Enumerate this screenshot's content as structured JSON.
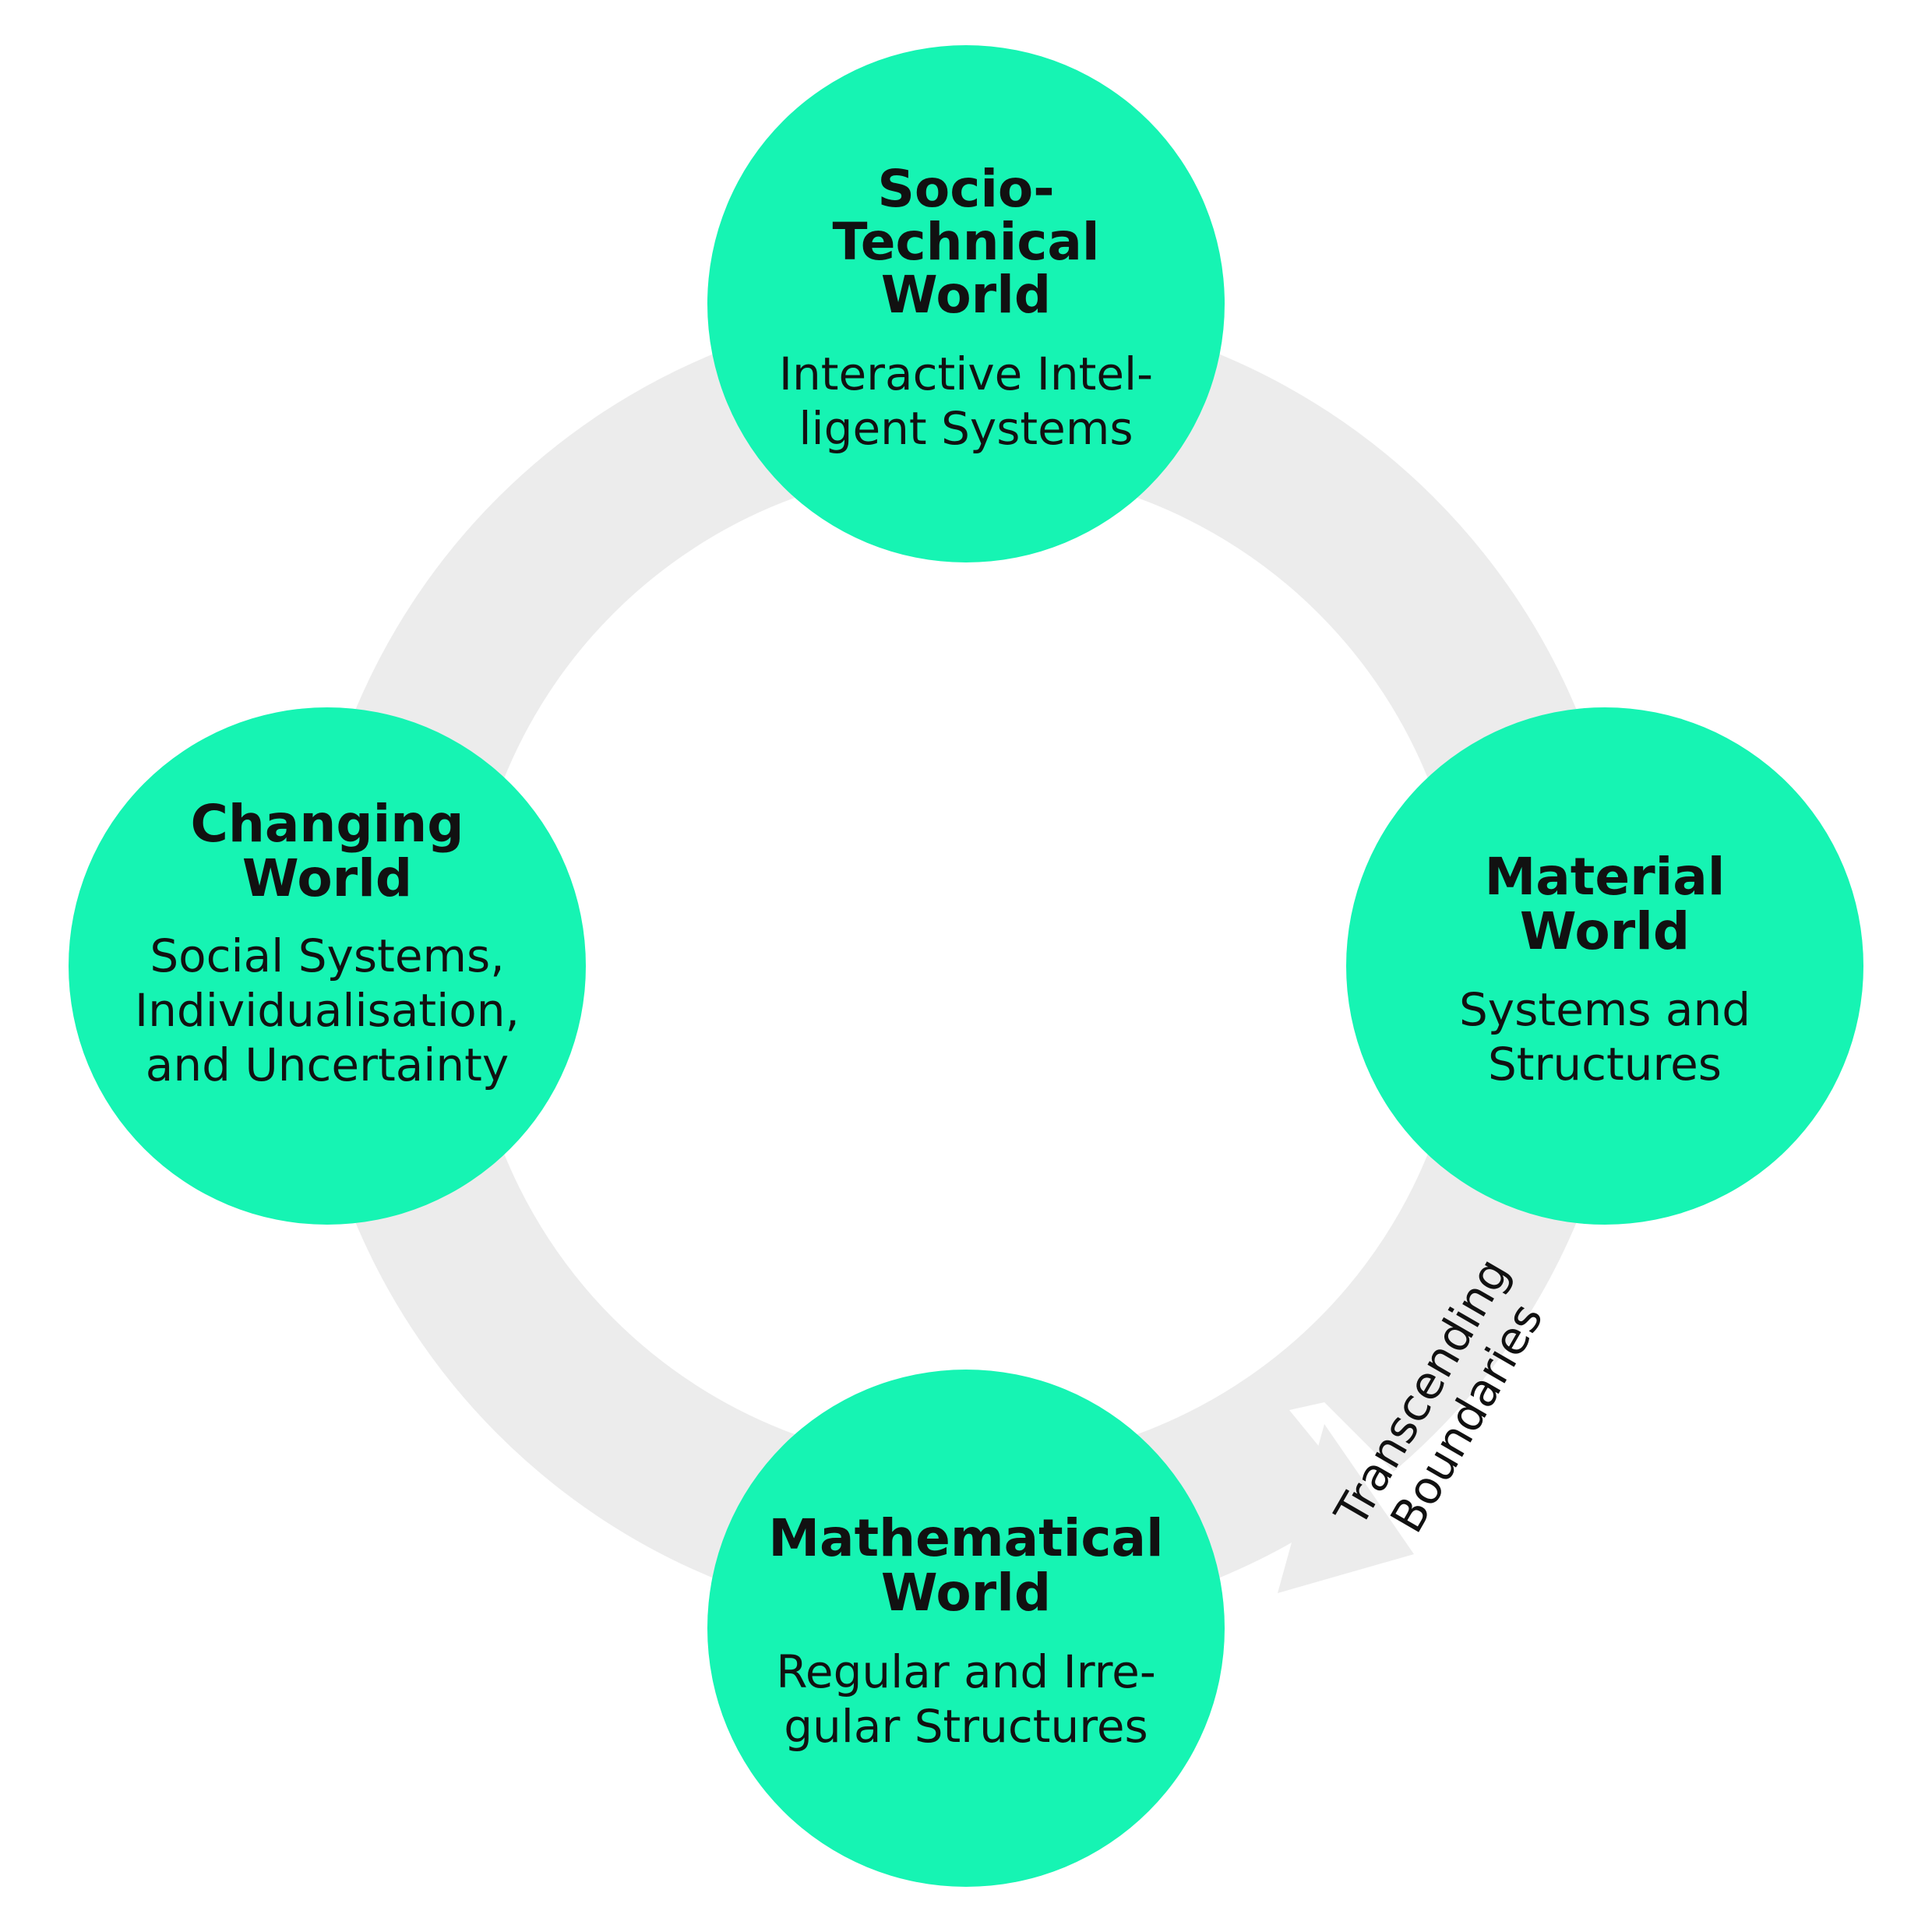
{
  "colors": {
    "ring": "#ececec",
    "node_fill": "#16f4b3",
    "text": "#111111",
    "background": "#ffffff"
  },
  "nodes": {
    "top": {
      "title": [
        "Socio-",
        "Technical",
        "World"
      ],
      "subtitle": [
        "Interactive Intel-",
        "ligent Systems"
      ]
    },
    "right": {
      "title": [
        "Material",
        "World"
      ],
      "subtitle": [
        "Systems and",
        "Structures"
      ]
    },
    "bottom": {
      "title": [
        "Mathematical",
        "World"
      ],
      "subtitle": [
        "Regular and Irre-",
        "gular Structures"
      ]
    },
    "left": {
      "title": [
        "Changing",
        "World"
      ],
      "subtitle": [
        "Social Systems,",
        "Individualisation,",
        "and Uncertainty"
      ]
    }
  },
  "arrow": {
    "label": [
      "Transcending",
      "Boundaries"
    ]
  }
}
